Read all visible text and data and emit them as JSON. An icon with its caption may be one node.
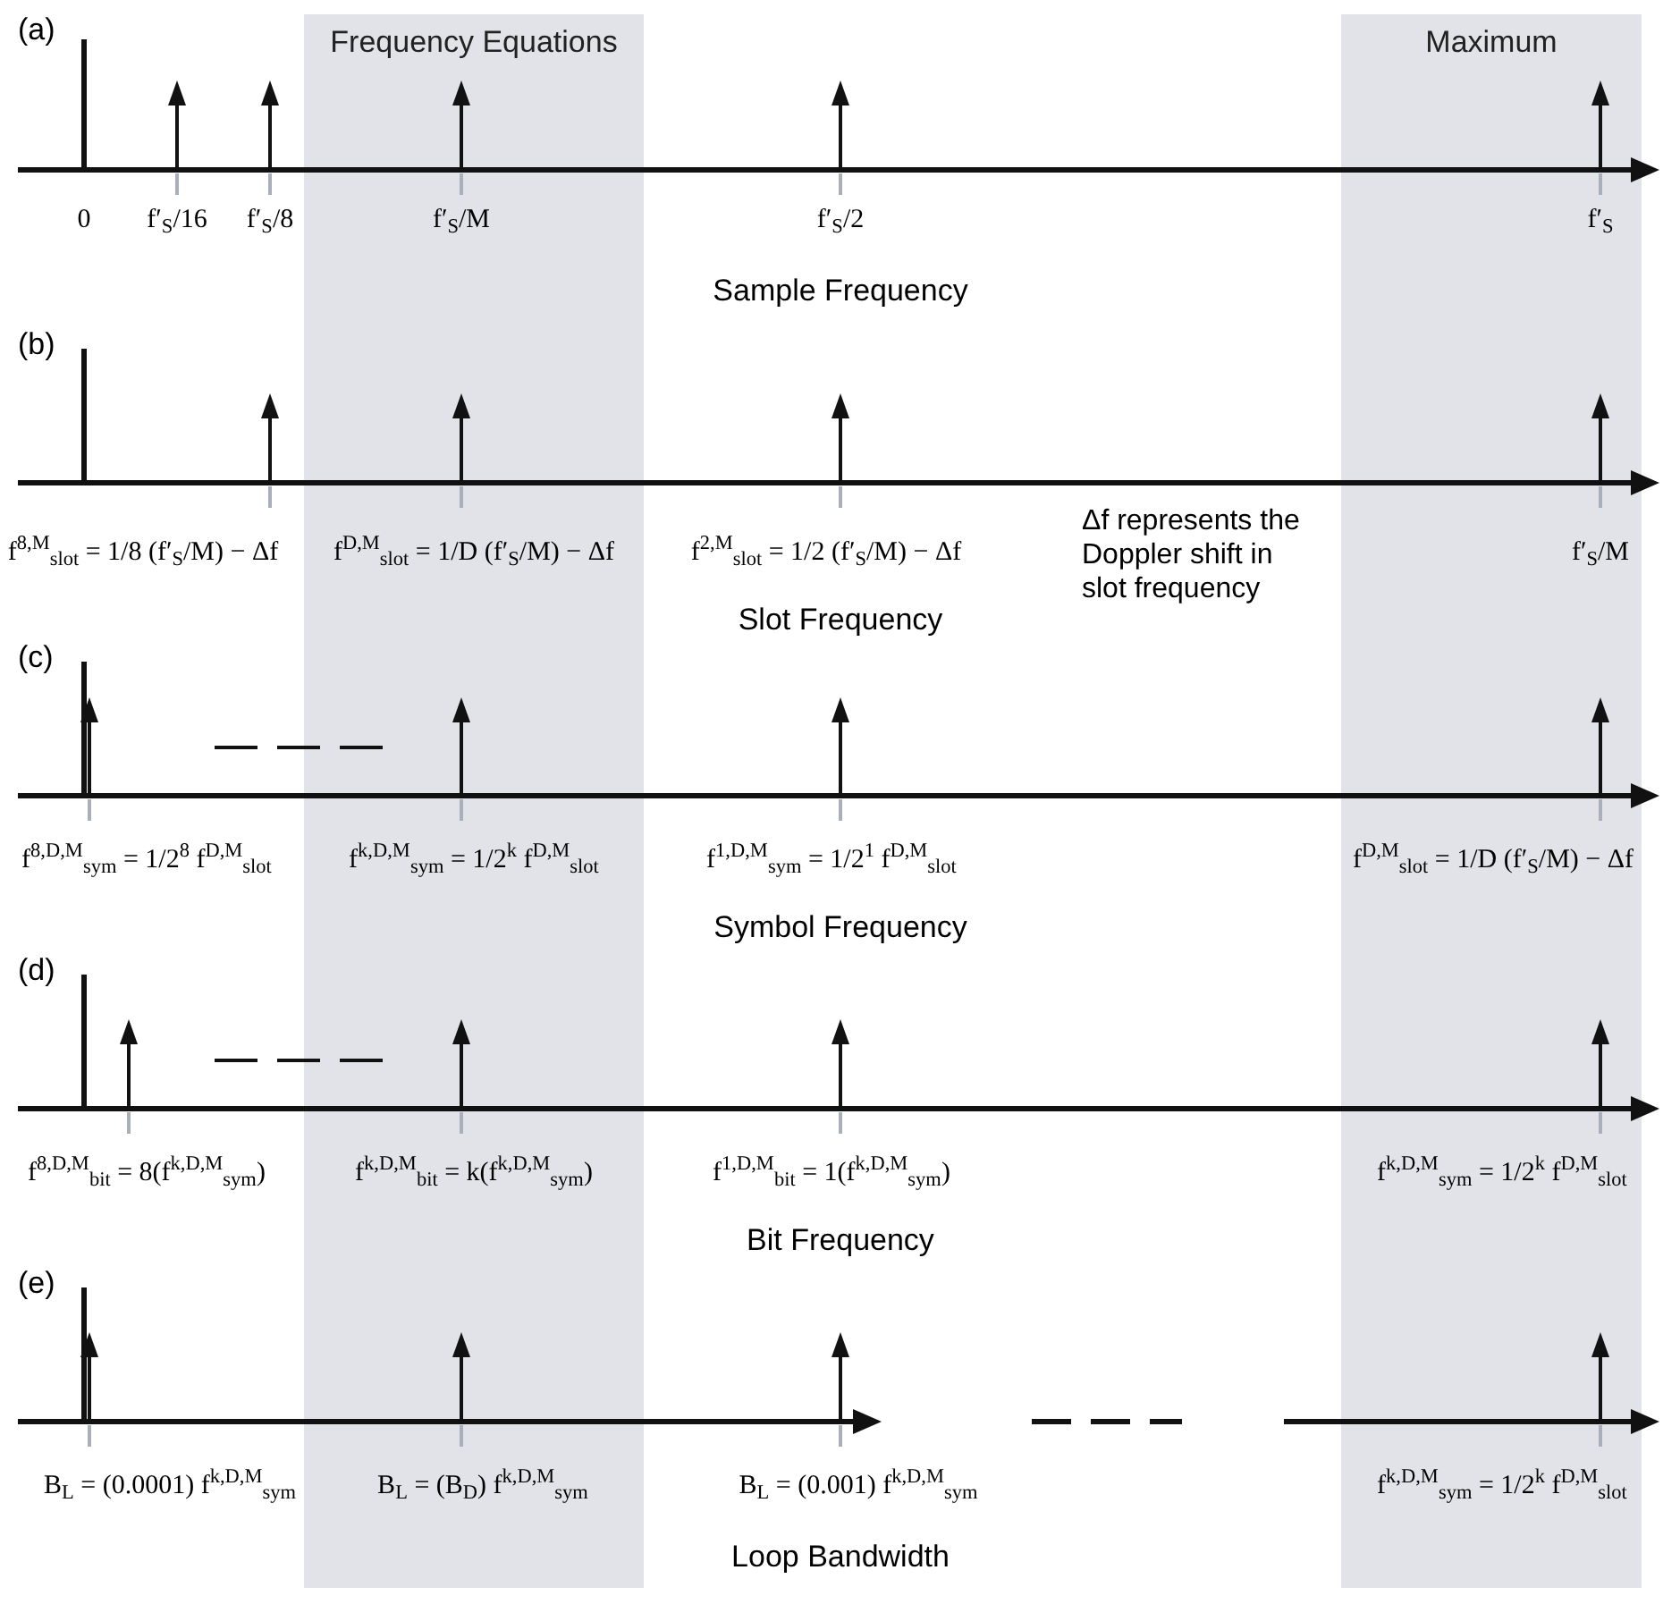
{
  "diagram": {
    "labels": [
      "(a)",
      "Frequency Equations",
      "Maximum",
      "0",
      "f′$_{S}$/16",
      "f′$_{S}$/8",
      "f′$_{S}$/M",
      "f′$_{S}$/2",
      "f′$_{S}$",
      "Sample Frequency",
      "(b)",
      "f$^{8,M}$$_{slot}$ = 1/8 (f′$_{S}$/M) − Δf",
      "f$^{D,M}$$_{slot}$ = 1/D (f′$_{S}$/M) − Δf",
      "f$^{2,M}$$_{slot}$ = 1/2 (f′$_{S}$/M) − Δf",
      "Δf represents the Doppler shift in slot frequency",
      "f′$_{S}$/M",
      "Slot Frequency",
      "(c)",
      "f$^{8,D,M}$$_{sym}$ = 1/2$^{8}$ f$^{D,M}$$_{slot}$",
      "f$^{k,D,M}$$_{sym}$ = 1/2$^{k}$ f$^{D,M}$$_{slot}$",
      "f$^{1,D,M}$$_{sym}$ = 1/2$^{1}$ f$^{D,M}$$_{slot}$",
      "f$^{D,M}$$_{slot}$ = 1/D (f′$_{S}$/M) − Δf",
      "Symbol Frequency",
      "(d)",
      "f$^{8,D,M}$$_{bit}$ = 8(f$^{k,D,M}$$_{sym}$)",
      "f$^{k,D,M}$$_{bit}$ = k(f$^{k,D,M}$$_{sym}$)",
      "f$^{1,D,M}$$_{bit}$ = 1(f$^{k,D,M}$$_{sym}$)",
      "f$^{k,D,M}$$_{sym}$ = 1/2$^{k}$ f$^{D,M}$$_{slot}$",
      "Bit Frequency",
      "(e)",
      "B$_{L}$ = (0.0001) f$^{k,D,M}$$_{sym}$",
      "B$_{L}$ = (B$_{D}$) f$^{k,D,M}$$_{sym}$",
      "B$_{L}$ = (0.001) f$^{k,D,M}$$_{sym}$",
      "f$^{k,D,M}$$_{sym}$ = 1/2$^{k}$ f$^{D,M}$$_{slot}$",
      "Loop Bandwidth"
    ]
  }
}
